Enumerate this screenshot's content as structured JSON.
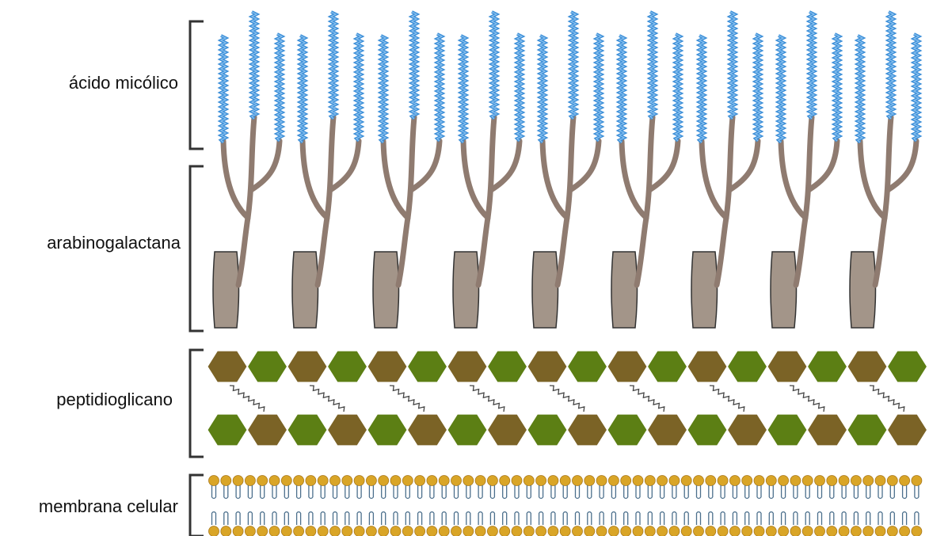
{
  "labels": {
    "mycolic_acid": "ácido micólico",
    "arabinogalactan": "arabinogalactana",
    "peptidoglycan": "peptidioglicano",
    "cell_membrane": "membrana celular"
  },
  "colors": {
    "mycolic_chain": "#3d8fd8",
    "mycolic_chain_light": "#8cc3f0",
    "arabinogalactan_stem": "#8f7b70",
    "arabinogalactan_block": "#a39589",
    "outline": "#333333",
    "peptidoglycan_brown": "#7b6326",
    "peptidoglycan_green": "#5c7f14",
    "crosslink": "#444444",
    "lipid_head": "#d9a527",
    "lipid_tail": "#4b6f8c",
    "bracket": "#333333"
  },
  "icons": {
    "arabinogalactan_unit": "branched-stem-with-block",
    "peptidoglycan_unit": "hexagon",
    "membrane_unit": "phospholipid"
  }
}
